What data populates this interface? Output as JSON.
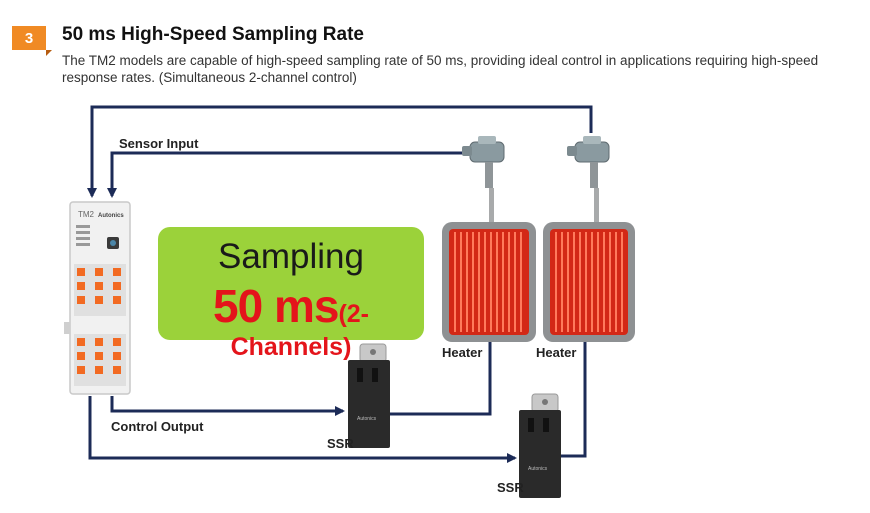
{
  "section": {
    "number": "3",
    "title": "50 ms High-Speed Sampling Rate",
    "description": "The TM2 models are capable of high-speed sampling rate of 50 ms, providing ideal control in applications requiring high-speed response rates. (Simultaneous 2-channel control)"
  },
  "diagram": {
    "sensor_input_label": "Sensor Input",
    "control_output_label": "Control Output",
    "heater_labels": [
      "Heater",
      "Heater"
    ],
    "ssr_labels": [
      "SSR",
      "SSR"
    ],
    "controller_model": "TM2",
    "controller_brand": "Autonics",
    "ssr_brand": "Autonics",
    "sampling": {
      "word": "Sampling",
      "value": "50 ms",
      "note": "(2-Channels)"
    }
  },
  "colors": {
    "badge": "#f08a24",
    "line": "#1c2b57",
    "sampling_bg": "#9bd23a",
    "sampling_value": "#e4141b",
    "heater_coil": "#e2331d",
    "heater_frame": "#8e9193"
  }
}
